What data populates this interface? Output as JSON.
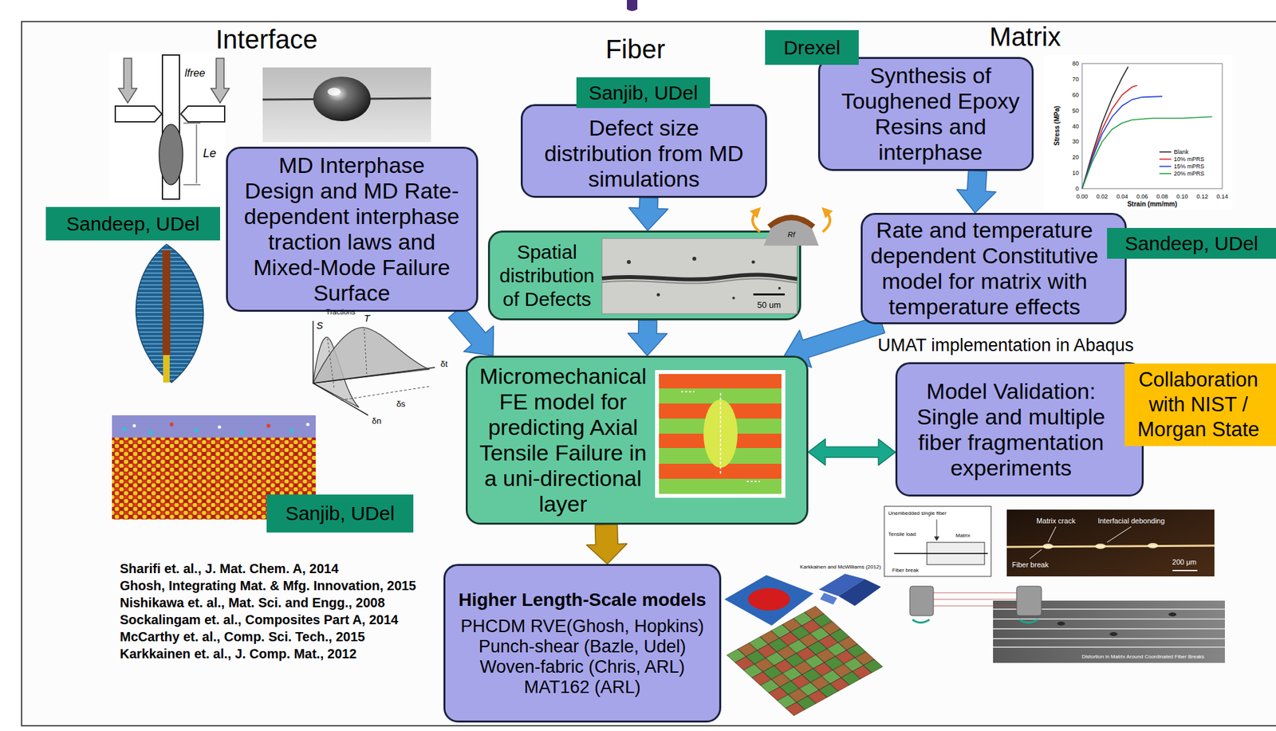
{
  "diagram": {
    "nodes": [
      {
        "text": [
          "Sanjib, UDel"
        ]
      },
      {
        "text": [
          "Defect size distribution from MD simulations"
        ]
      },
      {
        "text": [
          "Drexel"
        ]
      },
      {
        "text": [
          "Synthesis of Toughened Epoxy Resins and interphase"
        ]
      },
      {
        "text": [
          "MD Interphase Design and MD Rate- dependent interphase traction laws and Mixed-Mode Failure Surface"
        ]
      },
      {
        "text": [
          "Sandeep, UDel"
        ]
      },
      {
        "text": [
          "Spatial distribution of Defects"
        ]
      },
      {
        "text": [
          "Rate and temperature dependent Constitutive model for matrix with temperature effects"
        ]
      },
      {
        "text": [
          "Sandeep, UDel"
        ]
      },
      {
        "text": [
          "Micromechanical FE model for predicting Axial Tensile Failure in a uni-directional layer"
        ]
      },
      {
        "text": [
          "Model Validation: Single and multiple fiber fragmentation experiments"
        ]
      },
      {
        "text": [
          "Collaboration with NIST / Morgan State"
        ]
      },
      {
        "text": [
          "Sanjib, UDel"
        ]
      },
      {
        "text": [
          "Higher Length-Scale models",
          "PHCDM RVE(Ghosh, Hopkins)",
          "Punch-shear (Bazle, Udel)",
          "Woven-fabric (Chris, ARL)",
          "MAT162 (ARL)"
        ]
      }
    ],
    "edges": [
      {
        "from": 1,
        "to": 6,
        "arrow": "to"
      },
      {
        "from": 6,
        "to": 9,
        "arrow": "to"
      },
      {
        "from": 4,
        "to": 9,
        "arrow": "to"
      },
      {
        "from": 3,
        "to": 7,
        "arrow": "to"
      },
      {
        "from": 7,
        "to": 9,
        "arrow": "to"
      },
      {
        "from": 9,
        "to": 10,
        "arrow": "both"
      },
      {
        "from": 9,
        "to": 13,
        "arrow": "to"
      }
    ],
    "labels": [
      "Interface",
      "Fiber",
      "Matrix",
      "UMAT implementation in Abaqus",
      "Sharifi et. al., J. Mat. Chem. A, 2014",
      "Ghosh, Integrating Mat. & Mfg. Innovation, 2015",
      "Nishikawa et. al., Mat. Sci. and Engg., 2008",
      "Sockalingam et. al., Composites Part A, 2014",
      "McCarthy et. al., Comp. Sci. Tech., 2015",
      "Karkkainen et. al., J. Comp. Mat., 2012",
      "lfree",
      "Le",
      "Tractions",
      "S",
      "T",
      "δn",
      "δs",
      "δt",
      "50 um",
      "Rf",
      "Stress (MPa)",
      "Strain (mm/mm)",
      "0",
      "10",
      "20",
      "30",
      "40",
      "50",
      "60",
      "70",
      "80",
      "0.00",
      "0.02",
      "0.04",
      "0.06",
      "0.08",
      "0.10",
      "0.12",
      "0.14",
      "Karkkainen and McWilliams (2012)",
      "Unembedded single fiber",
      "Tensile load",
      "Matrix",
      "Fiber break",
      "Matrix crack",
      "Interfacial debonding",
      "Fiber break",
      "200 μm",
      "Distortion in Matrix Around Coordinated Fiber Breaks"
    ],
    "legend": [
      {
        "text": "Blank"
      },
      {
        "text": "10% mPRS"
      },
      {
        "text": "15% mPRS"
      },
      {
        "text": "20% mPRS"
      }
    ]
  }
}
